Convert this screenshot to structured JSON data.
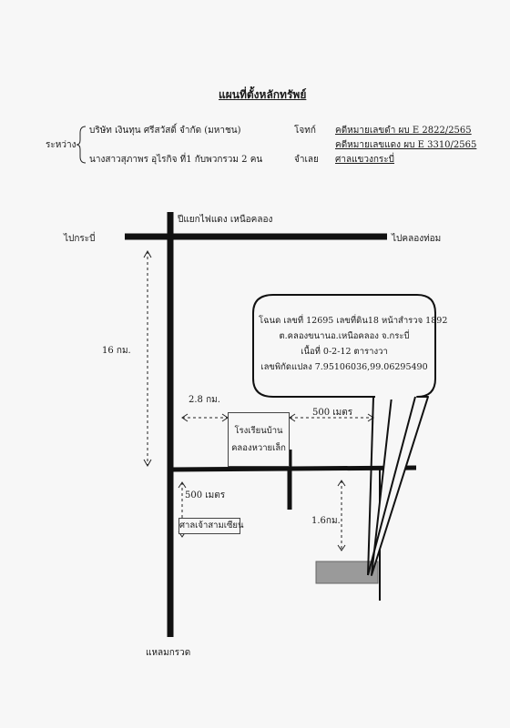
{
  "document": {
    "title": "แผนที่ตั้งหลักทรัพย์",
    "between_label": "ระหว่าง",
    "plaintiff": "บริษัท เงินทุน ศรีสวัสดิ์ จำกัด (มหาชน)",
    "defendant": "นางสาวสุภาพร อุไรกิจ ที่1 กับพวกรวม 2 คน",
    "plaintiff_role": "โจทก์",
    "defendant_role": "จำเลย",
    "case_black": "คดีหมายเลขดำ  ผบ E 2822/2565",
    "case_red": "คดีหมายเลขแดง ผบ  E 3310/2565",
    "court": "ศาลแขวงกระบี่"
  },
  "map": {
    "top_junction": "ปีแยกไฟแดง เหนือคลอง",
    "left_dest": "ไปกระบี่",
    "right_dest": "ไปคลองท่อม",
    "distance_main": "16 กม.",
    "distance_side": "2.8 กม.",
    "school_line1": "โรงเรียนบ้าน",
    "school_line2": "คลองหวายเล็ก",
    "distance_500_top": "500 เมตร",
    "distance_500_left": "500 เมตร",
    "shrine": "ศาลเจ้าสามเซียน",
    "distance_16": "1.6กม.",
    "bottom_dest": "แหลมกรวด",
    "callout": {
      "line1": "โฉนด เลขที่ 12695 เลขที่ดิน18 หน้าสำรวจ 1892",
      "line2": "ต.คลองขนานอ.เหนือคลอง จ.กระบี่",
      "line3": "เนื้อที่ 0-2-12 ตารางวา",
      "line4": "เลขพิกัดแปลง 7.95106036,99.06295490"
    }
  }
}
